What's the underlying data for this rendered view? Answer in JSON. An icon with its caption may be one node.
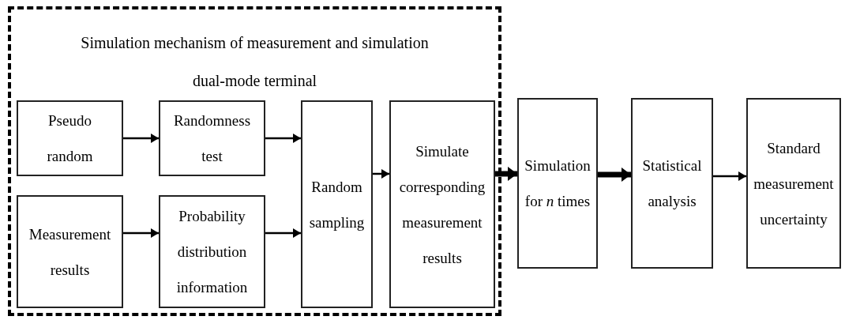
{
  "diagram": {
    "nodes": [
      {
        "text": [
          "Simulation mechanism of measurement and simulation dual-mode terminal"
        ]
      },
      {
        "text": [
          "Pseudo random"
        ],
        "in": 0
      },
      {
        "text": [
          "Randomness test"
        ],
        "in": 0
      },
      {
        "text": [
          "Measurement results"
        ],
        "in": 0
      },
      {
        "text": [
          "Probability distribution information"
        ],
        "in": 0
      },
      {
        "text": [
          "Random sampling"
        ],
        "in": 0
      },
      {
        "text": [
          "Simulate corresponding measurement results"
        ],
        "in": 0
      },
      {
        "text": [
          "Simulation for *n* times"
        ]
      },
      {
        "text": [
          "Statistical analysis"
        ]
      },
      {
        "text": [
          "Standard measurement uncertainty"
        ]
      }
    ],
    "edges": [
      {
        "from": 1,
        "to": 2,
        "arrow": "to"
      },
      {
        "from": 3,
        "to": 4,
        "arrow": "to"
      },
      {
        "from": 2,
        "to": 5,
        "arrow": "to"
      },
      {
        "from": 4,
        "to": 5,
        "arrow": "to"
      },
      {
        "from": 5,
        "to": 6,
        "arrow": "to"
      },
      {
        "from": 6,
        "to": 7,
        "arrow": "to",
        "style": "thick"
      },
      {
        "from": 7,
        "to": 8,
        "arrow": "to",
        "style": "thick"
      },
      {
        "from": 8,
        "to": 9,
        "arrow": "to"
      }
    ]
  }
}
